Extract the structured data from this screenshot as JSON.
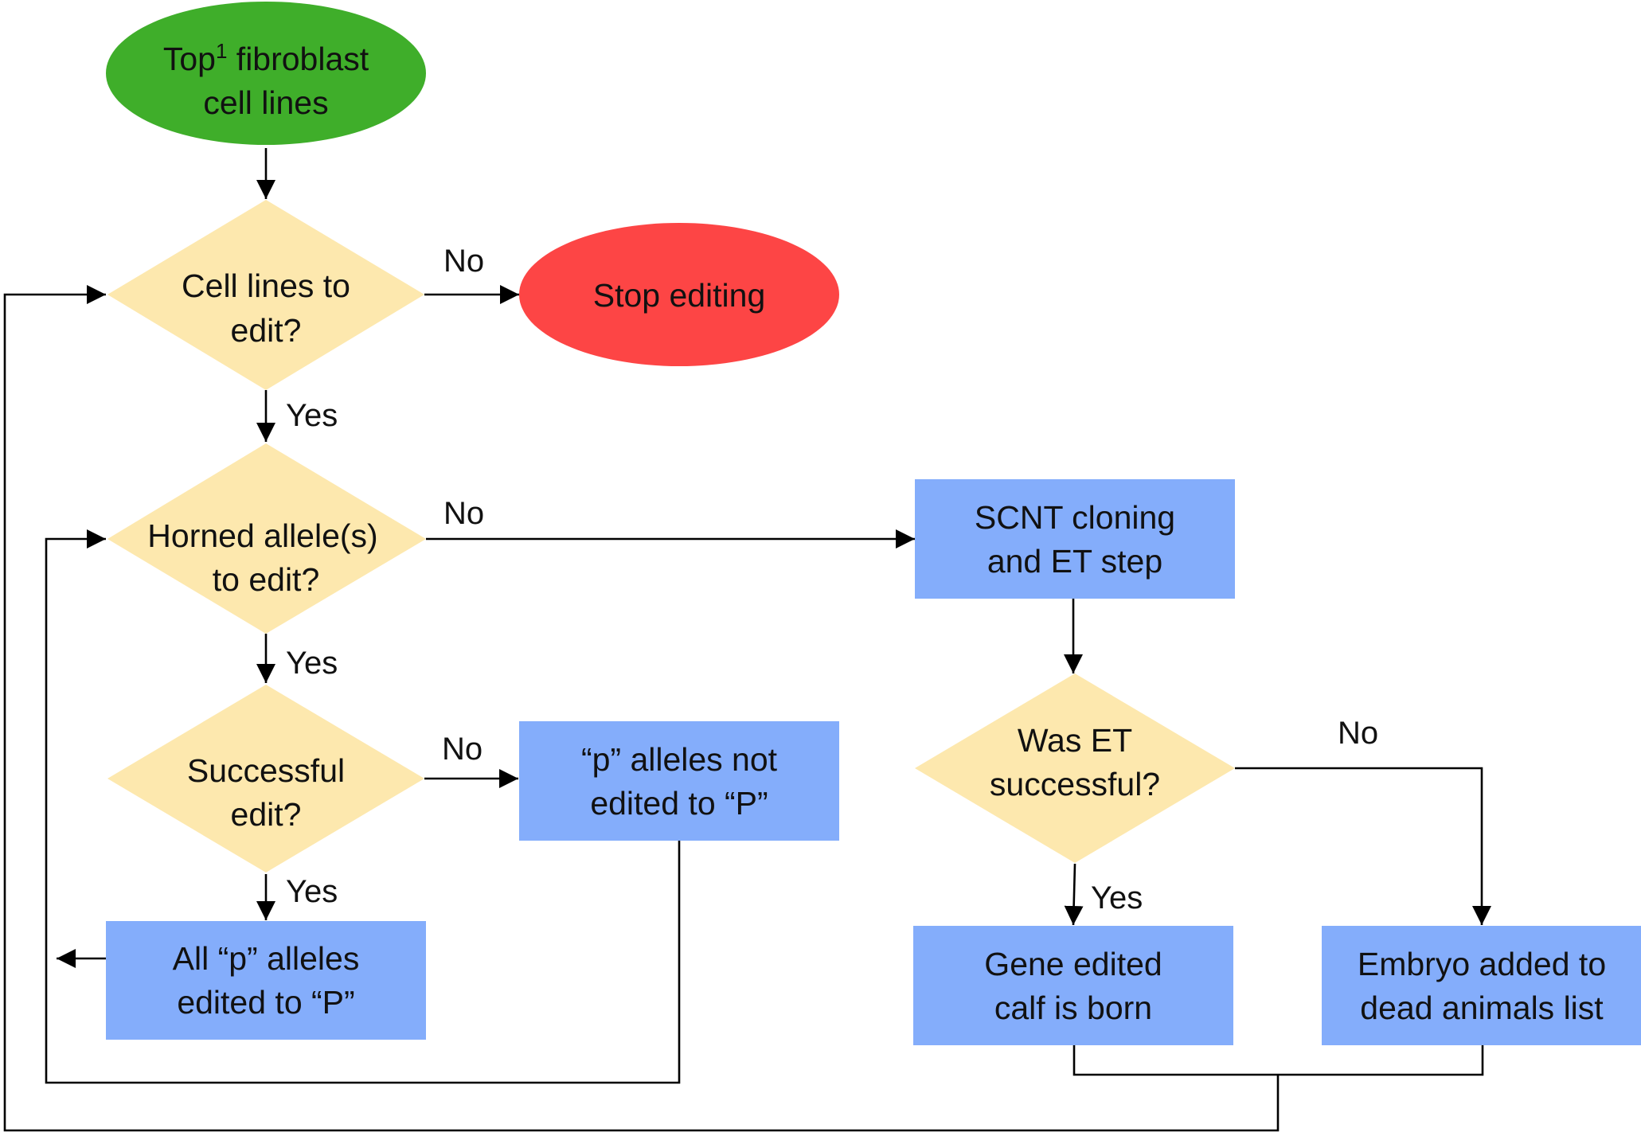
{
  "colors": {
    "start": "#3fae2a",
    "stop": "#fd4545",
    "decision": "#fde8ae",
    "process": "#84adfb",
    "line": "#000000"
  },
  "nodes": {
    "start": {
      "line1_pre": "Top",
      "line1_sup": "1",
      "line1_post": " fibroblast",
      "line2": "cell lines"
    },
    "stop": {
      "label": "Stop editing"
    },
    "cell_lines_decision": {
      "line1": "Cell lines to",
      "line2": "edit?"
    },
    "horned_decision": {
      "line1": "Horned allele(s)",
      "line2": "to edit?"
    },
    "success_decision": {
      "line1": "Successful",
      "line2": "edit?"
    },
    "not_edited": {
      "line1": "“p” alleles not",
      "line2": "edited to “P”"
    },
    "all_edited": {
      "line1": "All “p” alleles",
      "line2": "edited to “P”"
    },
    "scnt": {
      "line1": "SCNT cloning",
      "line2": "and ET step"
    },
    "et_decision": {
      "line1": "Was ET",
      "line2": "successful?"
    },
    "calf_born": {
      "line1": "Gene edited",
      "line2": "calf is born"
    },
    "embryo_dead": {
      "line1": "Embryo added to",
      "line2": "dead animals list"
    }
  },
  "edge_labels": {
    "cell_lines_no": "No",
    "cell_lines_yes": "Yes",
    "horned_no": "No",
    "horned_yes": "Yes",
    "success_no": "No",
    "success_yes": "Yes",
    "et_no": "No",
    "et_yes": "Yes"
  }
}
